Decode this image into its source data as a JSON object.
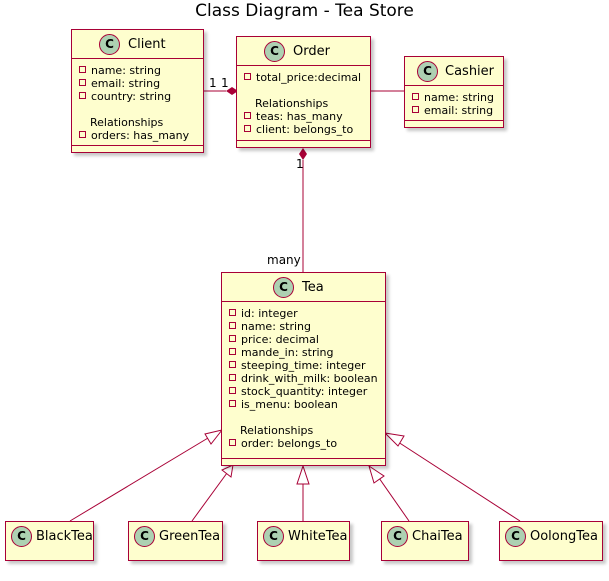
{
  "diagram": {
    "title": "Class Diagram - Tea Store",
    "classes": {
      "client": {
        "name": "Client",
        "attributes": [
          "name: string",
          "email: string",
          "country: string"
        ],
        "relationships_label": "Relationships",
        "relationships": [
          "orders: has_many"
        ]
      },
      "order": {
        "name": "Order",
        "attributes": [
          "total_price:decimal"
        ],
        "relationships_label": "Relationships",
        "relationships": [
          "teas: has_many",
          "client: belongs_to"
        ]
      },
      "cashier": {
        "name": "Cashier",
        "attributes": [
          "name: string",
          "email: string"
        ]
      },
      "tea": {
        "name": "Tea",
        "attributes": [
          "id: integer",
          "name: string",
          "price: decimal",
          "mande_in: string",
          "steeping_time: integer",
          "drink_with_milk: boolean",
          "stock_quantity: integer",
          "is_menu: boolean"
        ],
        "relationships_label": "Relationships",
        "relationships": [
          "order: belongs_to"
        ]
      },
      "blacktea": {
        "name": "BlackTea"
      },
      "greentea": {
        "name": "GreenTea"
      },
      "whitetea": {
        "name": "WhiteTea"
      },
      "chaitea": {
        "name": "ChaiTea"
      },
      "oolongtea": {
        "name": "OolongTea"
      }
    },
    "stereotype_letter": "C",
    "multiplicities": {
      "client_order_client_end": "1",
      "client_order_order_end": "1",
      "order_tea_order_end": "1",
      "order_tea_tea_end": "many"
    },
    "colors": {
      "class_fill": "#FEFECE",
      "border": "#A80036",
      "circle": "#ADD1B2"
    }
  }
}
